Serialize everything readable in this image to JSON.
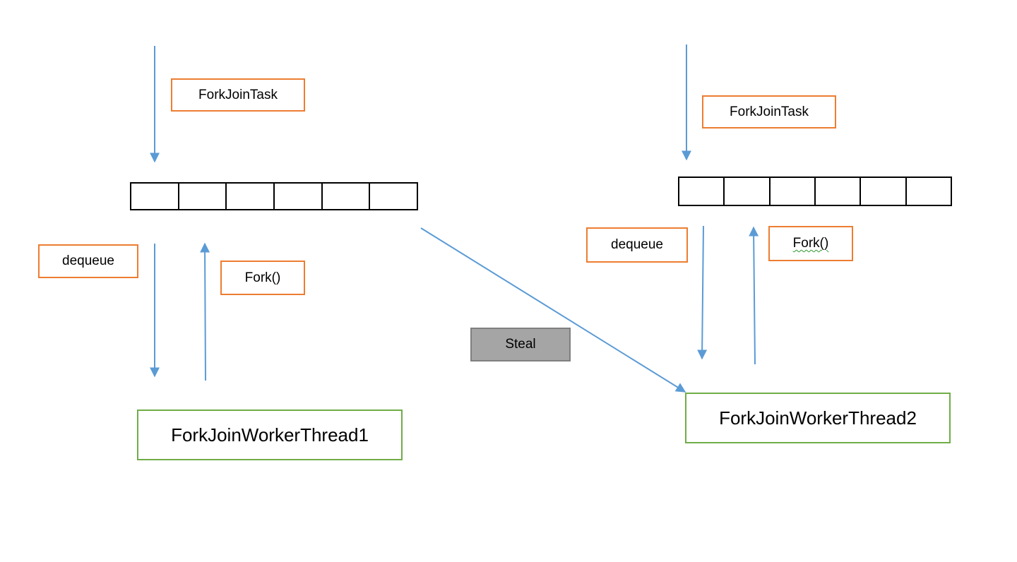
{
  "colors": {
    "arrow": "#5b9bd5",
    "label_border": "#ed7d31",
    "thread_border": "#70ad47",
    "steal_fill": "#a5a5a5"
  },
  "left": {
    "task_label": "ForkJoinTask",
    "dequeue_label": "dequeue",
    "fork_label": "Fork()",
    "thread_label": "ForkJoinWorkerThread1",
    "queue_slots": 6
  },
  "right": {
    "task_label": "ForkJoinTask",
    "dequeue_label": "dequeue",
    "fork_label": "Fork()",
    "thread_label": "ForkJoinWorkerThread2",
    "queue_slots": 6
  },
  "steal_label": "Steal"
}
